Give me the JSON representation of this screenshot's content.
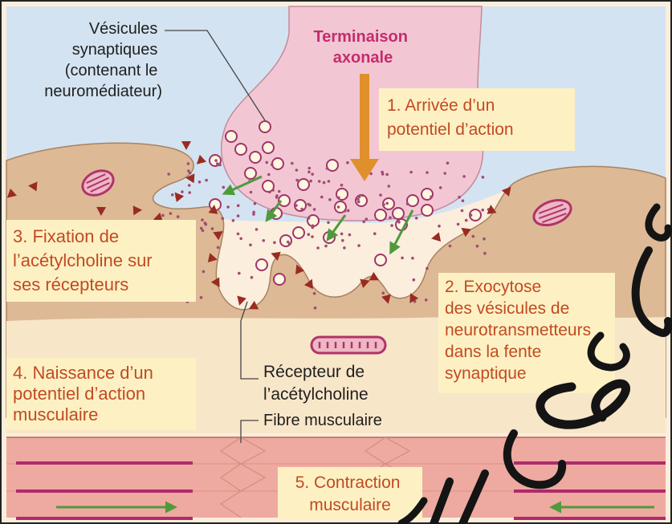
{
  "labels": {
    "vesicules": [
      "Vésicules",
      "synaptiques",
      "(contenant le",
      "neuromédiateur)"
    ],
    "terminaison": [
      "Terminaison",
      "axonale"
    ],
    "step1": [
      "1. Arrivée d’un",
      "potentiel d’action"
    ],
    "step2": [
      "2. Exocytose",
      "des vésicules de",
      "neurotransmetteurs",
      "dans la fente",
      "synaptique"
    ],
    "step3": [
      "3. Fixation de",
      "l’acétylcholine sur",
      "ses récepteurs"
    ],
    "step4": [
      "4. Naissance d’un",
      "potentiel d’action",
      "musculaire"
    ],
    "recepteur": [
      "Récepteur de",
      "l’acétylcholine"
    ],
    "fibre": "Fibre musculaire",
    "step5": [
      "5. Contraction",
      "musculaire"
    ]
  },
  "colors": {
    "background": "#fbeedd",
    "cleft": "#d4e3f1",
    "muscle_tissue": "#ddb996",
    "axon": "#f2c7d3",
    "fiber": "#eeaaa0",
    "label_box": "#fdf1c4",
    "label_text": "#c24a22",
    "title_text": "#c52c6c",
    "arrow_orange": "#e0902b",
    "arrow_green": "#4f9a3c",
    "receptor": "#9a2b22",
    "dots": "#a34a74",
    "calligraphy": "#141414"
  },
  "watermark_text": "ابن سعيد الإدريسي"
}
